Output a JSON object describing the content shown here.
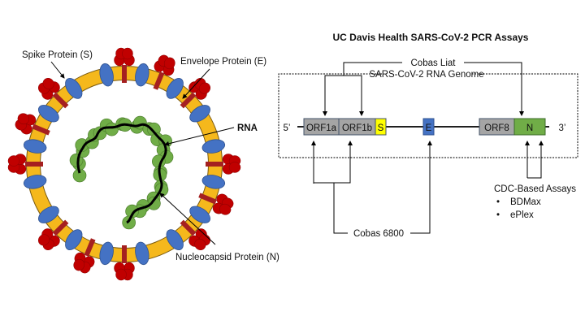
{
  "virus": {
    "labels": {
      "spike": "Spike Protein (S)",
      "envelope": "Envelope Protein (E)",
      "rna": "RNA",
      "nucleocapsid": "Nucleocapsid Protein (N)"
    },
    "colors": {
      "membrane": "#F5B81C",
      "spike": "#C00000",
      "spike_stem": "#A52020",
      "envelope": "#4472C4",
      "nucleocapsid": "#70AD47",
      "rna": "#000000"
    }
  },
  "genome": {
    "title": "UC Davis Health SARS-CoV-2 PCR Assays",
    "box_label": "SARS-CoV-2 RNA Genome",
    "five_prime": "5’",
    "three_prime": "3’",
    "genes": [
      {
        "name": "ORF1a",
        "color": "#A5A5A5"
      },
      {
        "name": "ORF1b",
        "color": "#A5A5A5"
      },
      {
        "name": "S",
        "color": "#FFFF00"
      },
      {
        "name": "E",
        "color": "#4472C4"
      },
      {
        "name": "ORF8",
        "color": "#A5A5A5"
      },
      {
        "name": "N",
        "color": "#70AD47"
      }
    ],
    "assays": {
      "cobas_liat": "Cobas Liat",
      "cobas_6800": "Cobas 6800",
      "cdc_title": "CDC-Based Assays",
      "cdc_items": [
        "BDMax",
        "ePlex"
      ]
    }
  }
}
